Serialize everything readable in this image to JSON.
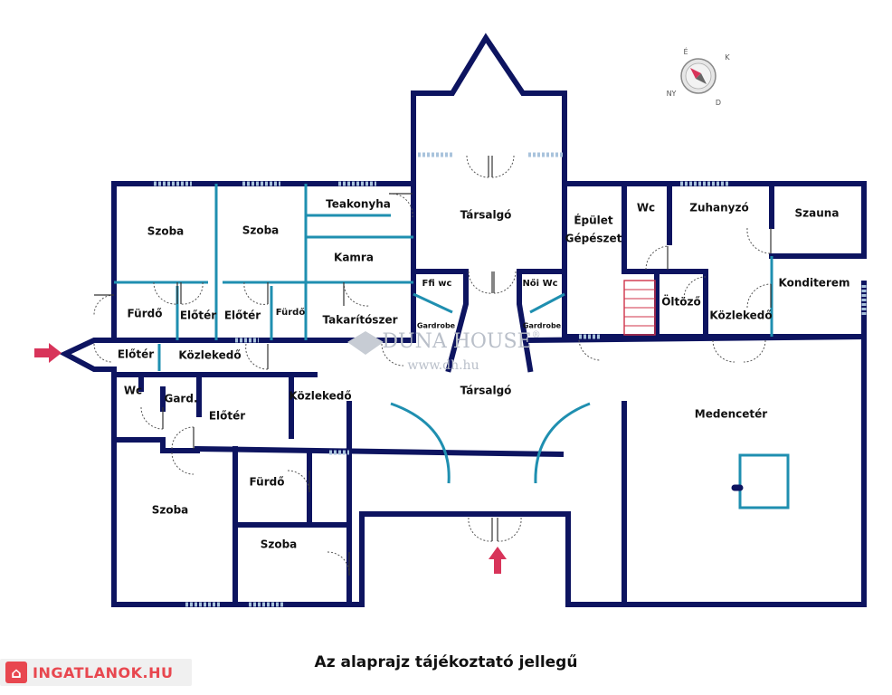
{
  "rooms": [
    {
      "id": "szoba-1",
      "label": "Szoba"
    },
    {
      "id": "szoba-2",
      "label": "Szoba"
    },
    {
      "id": "teakonyha",
      "label": "Teakonyha"
    },
    {
      "id": "tarsalgo-top",
      "label": "Társalgó"
    },
    {
      "id": "epulet",
      "label": "Épület"
    },
    {
      "id": "gepeszet",
      "label": "Gépészet"
    },
    {
      "id": "wc-right",
      "label": "Wc"
    },
    {
      "id": "zuhanyzo",
      "label": "Zuhanyzó"
    },
    {
      "id": "szauna",
      "label": "Szauna"
    },
    {
      "id": "kamra",
      "label": "Kamra"
    },
    {
      "id": "ffi-wc",
      "label": "Ffi wc"
    },
    {
      "id": "noi-wc",
      "label": "Női Wc"
    },
    {
      "id": "konditerem",
      "label": "Konditerem"
    },
    {
      "id": "furdo-1",
      "label": "Fürdő"
    },
    {
      "id": "eloter-1",
      "label": "Előtér"
    },
    {
      "id": "eloter-2",
      "label": "Előtér"
    },
    {
      "id": "furdo-2",
      "label": "Fürdő"
    },
    {
      "id": "takaritoszer",
      "label": "Takarítószer"
    },
    {
      "id": "gardrobe-1",
      "label": "Gardrobe"
    },
    {
      "id": "gardrobe-2",
      "label": "Gardrobe"
    },
    {
      "id": "oltozo",
      "label": "Öltöző"
    },
    {
      "id": "kozlekedo-right",
      "label": "Közlekedő"
    },
    {
      "id": "eloter-entry",
      "label": "Előtér"
    },
    {
      "id": "kozlekedo-left",
      "label": "Közlekedő"
    },
    {
      "id": "tarsalgo-main",
      "label": "Társalgó"
    },
    {
      "id": "wc-left",
      "label": "Wc"
    },
    {
      "id": "gard",
      "label": "Gard."
    },
    {
      "id": "kozlekedo-mid",
      "label": "Közlekedő"
    },
    {
      "id": "eloter-3",
      "label": "Előtér"
    },
    {
      "id": "medenceter",
      "label": "Medencetér"
    },
    {
      "id": "furdo-3",
      "label": "Fürdő"
    },
    {
      "id": "szoba-3",
      "label": "Szoba"
    },
    {
      "id": "szoba-4",
      "label": "Szoba"
    }
  ],
  "compass": {
    "n": "É",
    "e": "K",
    "s": "D",
    "w": "NY"
  },
  "watermark": {
    "brand": "DUNA HOUSE",
    "url": "www.dh.hu",
    "mark": "®"
  },
  "caption": "Az alaprajz tájékoztató jellegű",
  "badge": {
    "text": "INGATLANOK.HU",
    "icon": "house-icon"
  },
  "colors": {
    "wall": "#0d1460",
    "inner_wall": "#1f8fb0",
    "arrow": "#d8345a",
    "badge": "#e8474f"
  }
}
